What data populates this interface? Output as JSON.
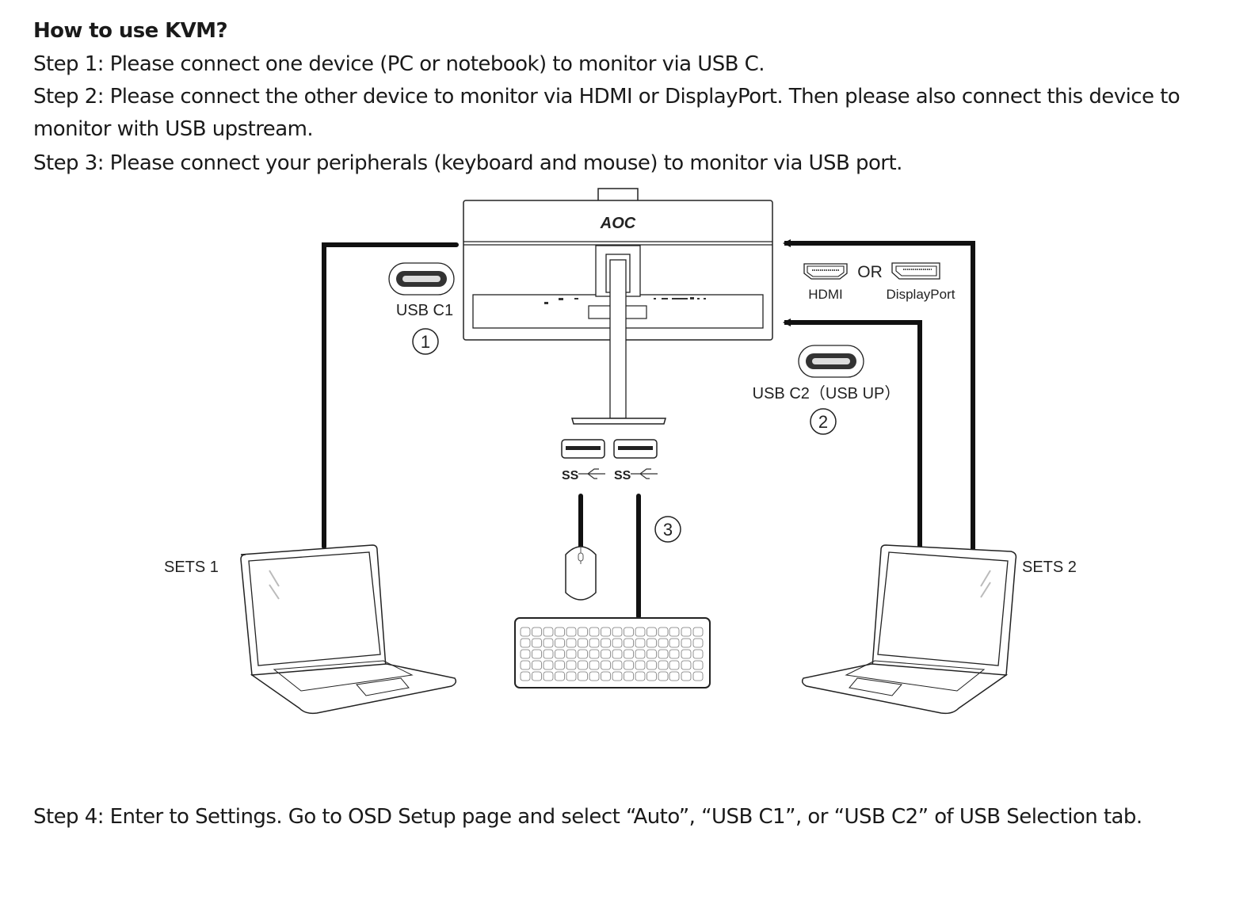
{
  "heading": "How to use KVM?",
  "steps": {
    "step1": "Step 1: Please connect one device (PC or notebook) to monitor via USB C.",
    "step2_line1": "Step 2: Please connect the other device to monitor via HDMI or DisplayPort. Then please also connect this device to",
    "step2_line2": "monitor with USB upstream.",
    "step3": "Step 3: Please connect your peripherals (keyboard and mouse) to monitor via USB port.",
    "step4": "Step 4: Enter to Settings. Go to OSD Setup page and select “Auto”, “USB C1”, or “USB C2” of USB Selection tab."
  },
  "diagram": {
    "brand_logo": "AOC",
    "usb_c1_label": "USB C1",
    "usb_c1_number": "1",
    "hdmi_label": "HDMI",
    "or_label": "OR",
    "displayport_label": "DisplayPort",
    "usb_c2_label": "USB C2（USB  UP）",
    "usb_c2_number": "2",
    "peripherals_number": "3",
    "usb_port_symbol": "SS",
    "sets1_label": "SETS 1",
    "sets2_label": "SETS 2"
  }
}
